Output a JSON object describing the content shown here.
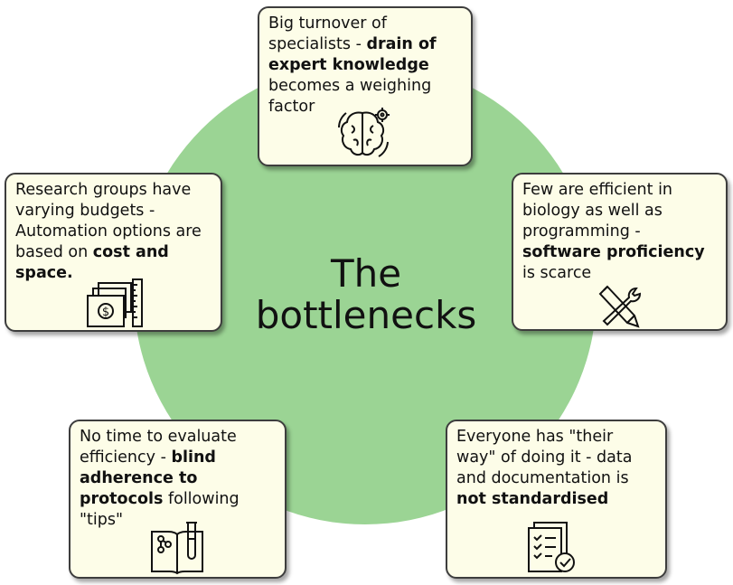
{
  "title": {
    "line1": "The",
    "line2": "bottlenecks"
  },
  "colors": {
    "circle": "#9bd494",
    "box_fill": "#fdfde8",
    "box_border": "#3d3d3d"
  },
  "boxes": {
    "top": {
      "pre": "Big turnover of specialists - ",
      "bold": "drain of expert knowledge",
      "post": " becomes a weighing factor",
      "icon": "brain-gears-icon"
    },
    "right": {
      "pre": "Few are efficient in biology as well as programming - ",
      "bold": "software proficiency",
      "post": " is scarce",
      "icon": "wrench-pencil-icon"
    },
    "left": {
      "pre": "Research groups have varying budgets - Automation options are based on ",
      "bold": "cost and space.",
      "post": "",
      "icon": "money-ruler-icon"
    },
    "bottom_left": {
      "pre": "No time to evaluate efficiency - ",
      "bold": "blind adherence to protocols",
      "post": " following \"tips\"",
      "icon": "lab-protocol-icon"
    },
    "bottom_right": {
      "pre": "Everyone has \"their way\" of doing it - data and documentation is ",
      "bold": "not standardised",
      "post": "",
      "icon": "checklist-document-icon"
    }
  }
}
